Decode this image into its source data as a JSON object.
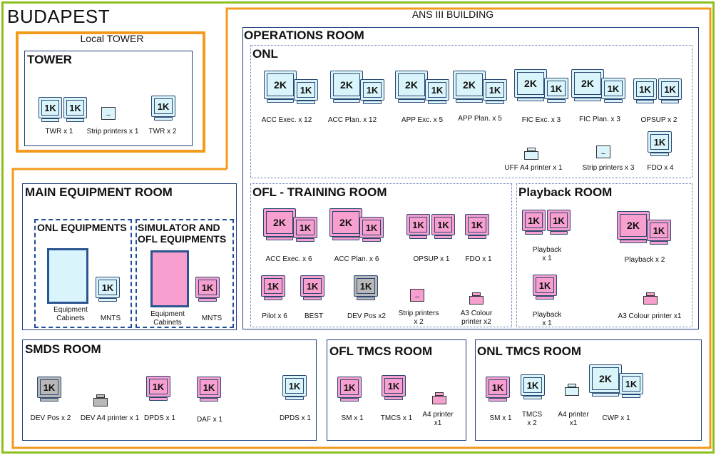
{
  "colors": {
    "blue": "#d9f4fb",
    "pink": "#f7a0d0",
    "grey": "#b8b8b8",
    "green_frame": "#8fbf1f",
    "orange_frame": "#f39a1d",
    "navy": "#1f3f7f"
  },
  "city": "BUDAPEST",
  "local_tower": {
    "header": "Local TOWER",
    "room_title": "TOWER",
    "labels": {
      "twr1": "TWR x 1",
      "strip": "Strip printers x 1",
      "twr2": "TWR x 2"
    }
  },
  "ans": {
    "header": "ANS III BUILDING"
  },
  "ops": {
    "title": "OPERATIONS ROOM"
  },
  "onl": {
    "title": "ONL",
    "labels": {
      "acc_exec": "ACC Exec. x 12",
      "acc_plan": "ACC Plan. x 12",
      "app_exec": "APP Exc. x 5",
      "app_plan": "APP  Plan. x 5",
      "fic_exec": "FIC Exc. x 3",
      "fic_plan": "FIC Plan. x 3",
      "opsup": "OPSUP x 2",
      "uff": "UFF A4 printer x 1",
      "strip": "Strip printers x 3",
      "fdo": "FDO x 4"
    }
  },
  "ofl": {
    "title": "OFL - TRAINING ROOM",
    "labels": {
      "acc_exec": "ACC Exec. x 6",
      "acc_plan": "ACC Plan. x 6",
      "opsup": "OPSUP x 1",
      "fdo": "FDO x 1",
      "pilot": "Pilot x 6",
      "best": "BEST",
      "dev": "DEV Pos x2",
      "strip_1": "Strip printers",
      "strip_2": "x 2",
      "a3_1": "A3 Colour",
      "a3_2": "printer x2"
    }
  },
  "playback": {
    "title": "Playback ROOM",
    "labels": {
      "pb1_1": "Playback",
      "pb1_2": "x 1",
      "pb2": "Playback x 2",
      "pb3_1": "Playback",
      "pb3_2": "x 1",
      "a3": "A3 Colour printer x1"
    }
  },
  "main_eq": {
    "title": "MAIN EQUIPMENT ROOM",
    "onl_title": "ONL EQUIPMENTS",
    "sim_title_1": "SIMULATOR AND",
    "sim_title_2": "OFL EQUIPMENTS",
    "labels": {
      "cab1_1": "Equipment",
      "cab1_2": "Cabinets",
      "mnts1": "MNTS",
      "cab2_1": "Equipment",
      "cab2_2": "Cabinets",
      "mnts2": "MNTS"
    }
  },
  "smds": {
    "title": "SMDS ROOM",
    "labels": {
      "dev": "DEV Pos x 2",
      "dev_a4": "DEV A4 printer x 1",
      "dpds": "DPDS x 1",
      "daf": "DAF x 1",
      "dpds2": "DPDS x 1"
    }
  },
  "ofl_tmcs": {
    "title": "OFL TMCS ROOM",
    "labels": {
      "sm": "SM x 1",
      "tmcs": "TMCS x 1",
      "a4_1": "A4 printer",
      "a4_2": "x1"
    }
  },
  "onl_tmcs": {
    "title": "ONL TMCS ROOM",
    "labels": {
      "sm": "SM x 1",
      "tmcs_1": "TMCS",
      "tmcs_2": "x 2",
      "a4_1": "A4 printer",
      "a4_2": "x1",
      "cwp": "CWP x 1"
    }
  },
  "screen": {
    "k1": "1K",
    "k2": "2K",
    "printer_mark": "–"
  }
}
